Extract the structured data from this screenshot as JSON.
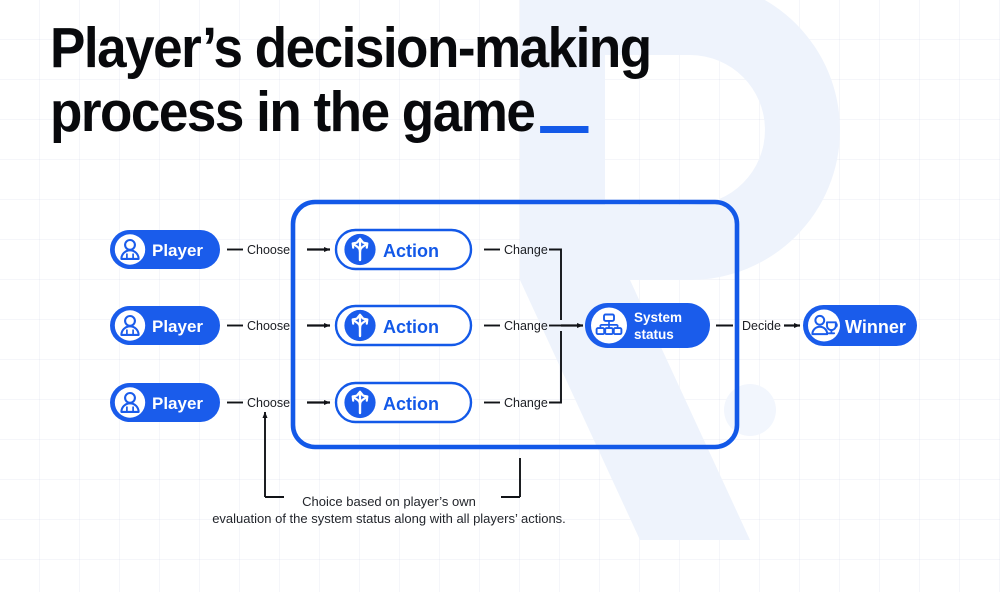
{
  "page": {
    "title_line1": "Player’s decision-making",
    "title_line2": "process in the game",
    "accent_color": "#1359e8",
    "background_color": "#ffffff",
    "watermark": "letter-r-logo"
  },
  "diagram": {
    "type": "flow-diagram",
    "rows": [
      {
        "player_label": "Player",
        "player_icon": "person-icon",
        "choose_label": "Choose",
        "action_label": "Action",
        "action_icon": "branching-arrows-icon",
        "change_label": "Change"
      },
      {
        "player_label": "Player",
        "player_icon": "person-icon",
        "choose_label": "Choose",
        "action_label": "Action",
        "action_icon": "branching-arrows-icon",
        "change_label": "Change"
      },
      {
        "player_label": "Player",
        "player_icon": "person-icon",
        "choose_label": "Choose",
        "action_label": "Action",
        "action_icon": "branching-arrows-icon",
        "change_label": "Change"
      }
    ],
    "system_status": {
      "label_line1": "System",
      "label_line2": "status",
      "icon": "hierarchy-icon"
    },
    "decide_label": "Decide",
    "winner": {
      "label": "Winner",
      "icon": "person-trophy-icon"
    },
    "caption_line1": "Choice based on player’s own",
    "caption_line2": "evaluation of the system status along with all players’ actions."
  },
  "colors": {
    "brand_blue": "#1359e8",
    "pill_blue": "#1a5ceb",
    "text_dark": "#08090c",
    "line_black": "#111317",
    "white": "#ffffff"
  }
}
